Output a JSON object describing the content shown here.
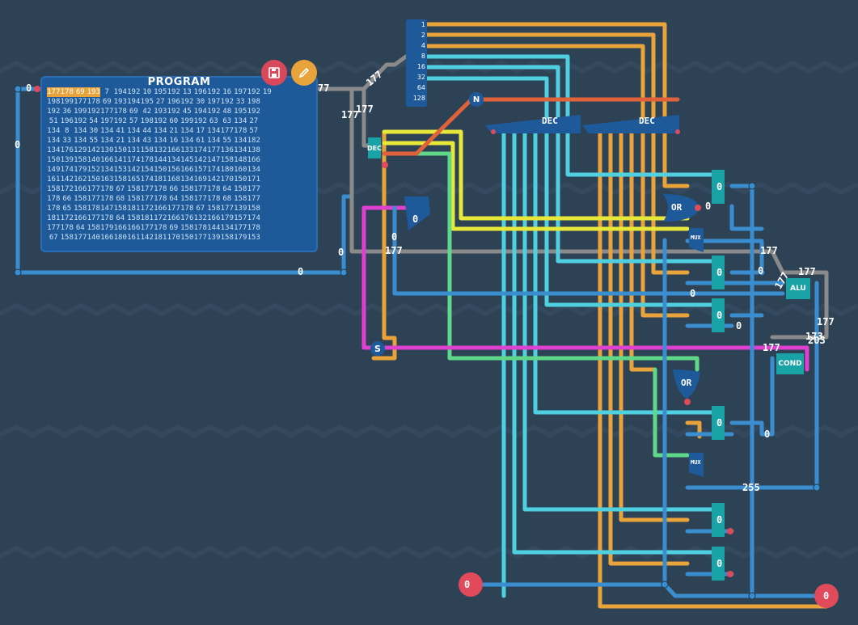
{
  "program": {
    "title": "PROGRAM",
    "rows": [
      [
        "177",
        "178",
        "69",
        "193",
        "7",
        "194",
        "192",
        "10",
        "195",
        "192",
        "13",
        "196",
        "192",
        "16",
        "197",
        "192",
        "19"
      ],
      [
        "198",
        "199",
        "177",
        "178",
        "69",
        "193",
        "194",
        "195",
        "27",
        "196",
        "192",
        "30",
        "197",
        "192",
        "33",
        "198"
      ],
      [
        "192",
        "36",
        "199",
        "192",
        "177",
        "178",
        "69",
        "42",
        "193",
        "192",
        "45",
        "194",
        "192",
        "48",
        "195",
        "192"
      ],
      [
        "51",
        "196",
        "192",
        "54",
        "197",
        "192",
        "57",
        "198",
        "192",
        "60",
        "199",
        "192",
        "63",
        "63",
        "134",
        "27"
      ],
      [
        "134",
        "8",
        "134",
        "30",
        "134",
        "41",
        "134",
        "44",
        "134",
        "21",
        "134",
        "17",
        "134",
        "177",
        "178",
        "57"
      ],
      [
        "134",
        "33",
        "134",
        "55",
        "134",
        "21",
        "134",
        "43",
        "134",
        "16",
        "134",
        "61",
        "134",
        "55",
        "134",
        "182"
      ],
      [
        "134",
        "176",
        "129",
        "142",
        "130",
        "150",
        "131",
        "158",
        "132",
        "166",
        "133",
        "174",
        "177",
        "136",
        "134",
        "138"
      ],
      [
        "150",
        "139",
        "158",
        "140",
        "166",
        "141",
        "174",
        "178",
        "144",
        "134",
        "145",
        "142",
        "147",
        "158",
        "148",
        "166"
      ],
      [
        "149",
        "174",
        "179",
        "152",
        "134",
        "153",
        "142",
        "154",
        "150",
        "156",
        "166",
        "157",
        "174",
        "180",
        "160",
        "134"
      ],
      [
        "161",
        "142",
        "162",
        "150",
        "163",
        "158",
        "165",
        "174",
        "181",
        "168",
        "134",
        "169",
        "142",
        "170",
        "150",
        "171"
      ],
      [
        "158",
        "172",
        "166",
        "177",
        "178",
        "67",
        "158",
        "177",
        "178",
        "66",
        "158",
        "177",
        "178",
        "64",
        "158",
        "177"
      ],
      [
        "178",
        "66",
        "158",
        "177",
        "178",
        "68",
        "158",
        "177",
        "178",
        "64",
        "158",
        "177",
        "178",
        "68",
        "158",
        "177"
      ],
      [
        "178",
        "65",
        "158",
        "178",
        "147",
        "158",
        "181",
        "172",
        "166",
        "177",
        "178",
        "67",
        "158",
        "177",
        "139",
        "158"
      ],
      [
        "181",
        "172",
        "166",
        "177",
        "178",
        "64",
        "158",
        "181",
        "172",
        "166",
        "176",
        "132",
        "166",
        "179",
        "157",
        "174"
      ],
      [
        "177",
        "178",
        "64",
        "158",
        "179",
        "166",
        "166",
        "177",
        "178",
        "69",
        "158",
        "178",
        "144",
        "134",
        "177",
        "178"
      ],
      [
        "67",
        "158",
        "177",
        "140",
        "166",
        "180",
        "161",
        "142",
        "181",
        "170",
        "150",
        "177",
        "139",
        "158",
        "179",
        "153"
      ]
    ],
    "highlighted": [
      0,
      1,
      2,
      3
    ]
  },
  "buttons": {
    "save_icon": "save-icon",
    "edit_icon": "pencil-icon"
  },
  "bit_labels": [
    "1",
    "2",
    "4",
    "8",
    "16",
    "32",
    "64",
    "128"
  ],
  "components": {
    "dec_small": "DEC",
    "dec_a": "DEC",
    "dec_b": "DEC",
    "or_top": "OR",
    "or_mid": "OR",
    "mux_top": "MUX",
    "mux_bot": "MUX",
    "alu": "ALU",
    "cond": "COND",
    "n_node": "N",
    "s_node": "S",
    "input_left": "0",
    "output_right": "0"
  },
  "wire_values": {
    "left_top": "0",
    "left_mid": "0",
    "bottom_loop": "0",
    "prog_out_a": "77",
    "prog_out_b": "177",
    "prog_out_c": "177",
    "prog_out_d": "177",
    "sel_zero_a": "0",
    "sel_zero_b": "0",
    "sel_zero_c": "0",
    "bus_177_main": "177",
    "bus_177_right": "177",
    "alu_177": "177",
    "alu_177_b": "177",
    "right_177": "177",
    "cond_177": "177",
    "cond_173": "173",
    "cond_203": "203",
    "reg_zero_1": "0",
    "reg_zero_2": "0",
    "reg_zero_3": "0",
    "reg_zero_4": "0",
    "reg_zero_5": "0",
    "reg_zero_6": "0",
    "reg_zero_7": "0",
    "reg_zero_8": "0",
    "or_zero": "0",
    "mux_zero": "0",
    "mid_zero": "0",
    "val_255": "255"
  },
  "colors": {
    "background": "#2e4256",
    "wire_blue": "#3a8ecf",
    "wire_cyan": "#4fd0e0",
    "wire_orange": "#e8a33b",
    "wire_gray": "#8a8a8a",
    "wire_yellow": "#e8e83a",
    "wire_green": "#5fd88a",
    "wire_magenta": "#e040d0",
    "wire_red": "#e0623a",
    "component_teal": "#1aa3a6",
    "component_blue": "#1e5a9a",
    "pin_red": "#e04a5a"
  }
}
